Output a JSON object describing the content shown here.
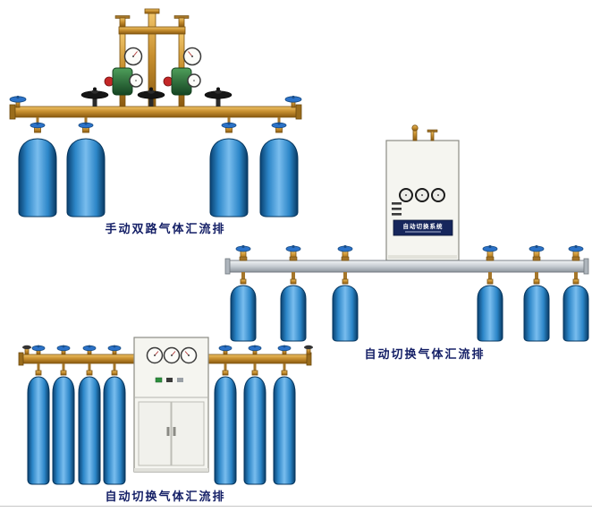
{
  "page": {
    "background_color": "#ffffff",
    "caption_color": "#141f66"
  },
  "colors": {
    "cylinder_blue": "#2c86c8",
    "brass_pipe_gold": "#c89030",
    "aluminum_pipe_gray": "#c6ccd2",
    "valve_handle_blue": "#2b72c8",
    "regulator_green": "#3f8a4c",
    "nameplate_navy": "#16265c"
  },
  "products": [
    {
      "id": "manual-dual-manifold",
      "caption": "手动双路气体汇流排",
      "cylinder_count": 4
    },
    {
      "id": "auto-switch-manifold",
      "caption": "自动切换气体汇流排",
      "cabinet_label": "自动切换系统",
      "cylinder_count": 6
    },
    {
      "id": "auto-switch-manifold-with-cabinet",
      "caption": "自动切换气体汇流排",
      "cylinder_count": 7
    }
  ]
}
